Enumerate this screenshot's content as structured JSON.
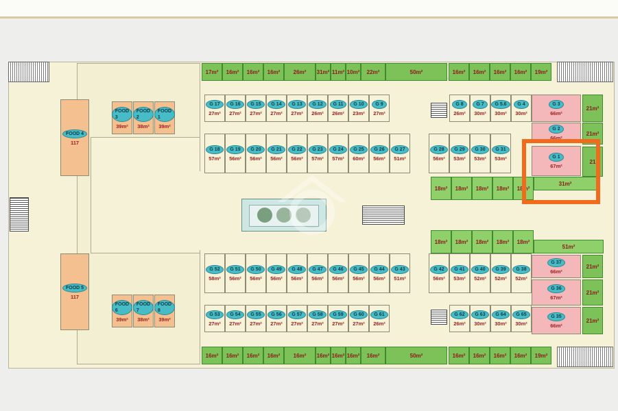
{
  "colors": {
    "shop_tag": "#48bcc6",
    "area_text": "#9b1b1b",
    "kiosk_green": "#7cc258",
    "large_shop": "#f4b8bb",
    "food_large": "#f5c08f",
    "highlight": "#f26a1b"
  },
  "top_kiosks": [
    {
      "id": "tk1",
      "area": "17m²"
    },
    {
      "id": "tk2",
      "area": "16m²"
    },
    {
      "id": "tk3",
      "area": "16m²"
    },
    {
      "id": "tk4",
      "area": "16m²"
    },
    {
      "id": "tk5",
      "area": "26m²"
    },
    {
      "id": "tk6",
      "area": "31m²"
    },
    {
      "id": "tk7",
      "area": "11m²"
    },
    {
      "id": "tk8",
      "area": "10m²"
    },
    {
      "id": "tk9",
      "area": "22m²"
    },
    {
      "id": "tk10",
      "area": "50m²"
    },
    {
      "id": "tk11",
      "area": "16m²"
    },
    {
      "id": "tk12",
      "area": "16m²"
    },
    {
      "id": "tk13",
      "area": "16m²"
    },
    {
      "id": "tk14",
      "area": "16m²"
    },
    {
      "id": "tk15",
      "area": "19m²"
    }
  ],
  "bottom_kiosks": [
    {
      "id": "bk1",
      "area": "16m²"
    },
    {
      "id": "bk2",
      "area": "16m²"
    },
    {
      "id": "bk3",
      "area": "16m²"
    },
    {
      "id": "bk4",
      "area": "16m²"
    },
    {
      "id": "bk5",
      "area": "16m²"
    },
    {
      "id": "bk6",
      "area": "16m²"
    },
    {
      "id": "bk7",
      "area": "16m²"
    },
    {
      "id": "bk8",
      "area": "16m²"
    },
    {
      "id": "bk9",
      "area": "16m²"
    },
    {
      "id": "bk10",
      "area": "50m²"
    },
    {
      "id": "bk11",
      "area": "16m²"
    },
    {
      "id": "bk12",
      "area": "16m²"
    },
    {
      "id": "bk13",
      "area": "16m²"
    },
    {
      "id": "bk14",
      "area": "16m²"
    },
    {
      "id": "bk15",
      "area": "19m²"
    }
  ],
  "food": [
    {
      "id": "FOOD 4",
      "area": "117"
    },
    {
      "id": "FOOD 3",
      "area": "39m²"
    },
    {
      "id": "FOOD 2",
      "area": "38m²"
    },
    {
      "id": "FOOD 1",
      "area": "39m²"
    },
    {
      "id": "FOOD 5",
      "area": "117"
    },
    {
      "id": "FOOD 6",
      "area": "39m²"
    },
    {
      "id": "FOOD 7",
      "area": "38m²"
    },
    {
      "id": "FOOD 8",
      "area": "39m²"
    }
  ],
  "row1_shops": [
    {
      "id": "G 17",
      "area": "27m²"
    },
    {
      "id": "G 16",
      "area": "27m²"
    },
    {
      "id": "G 15",
      "area": "27m²"
    },
    {
      "id": "G 14",
      "area": "27m²"
    },
    {
      "id": "G 13",
      "area": "27m²"
    },
    {
      "id": "G 12",
      "area": "26m²"
    },
    {
      "id": "G 11",
      "area": "26m²"
    },
    {
      "id": "G 10",
      "area": "23m²"
    },
    {
      "id": "G 9",
      "area": "27m²"
    },
    {
      "id": "G 8",
      "area": "26m²"
    },
    {
      "id": "G 7",
      "area": "30m²"
    },
    {
      "id": "G 5.6",
      "area": "30m²"
    },
    {
      "id": "G 4",
      "area": "30m²"
    }
  ],
  "row2_shops": [
    {
      "id": "G 18",
      "area": "57m²"
    },
    {
      "id": "G 19",
      "area": "56m²"
    },
    {
      "id": "G 20",
      "area": "56m²"
    },
    {
      "id": "G 21",
      "area": "56m²"
    },
    {
      "id": "G 22",
      "area": "56m²"
    },
    {
      "id": "G 23",
      "area": "57m²"
    },
    {
      "id": "G 24",
      "area": "57m²"
    },
    {
      "id": "G 25",
      "area": "60m²"
    },
    {
      "id": "G 26",
      "area": "56m²"
    },
    {
      "id": "G 27",
      "area": "51m²"
    },
    {
      "id": "G 28",
      "area": "56m²"
    },
    {
      "id": "G 29",
      "area": "53m²"
    },
    {
      "id": "G 30",
      "area": "53m²"
    },
    {
      "id": "G 31",
      "area": "53m²"
    }
  ],
  "row3_shops": [
    {
      "id": "G 52",
      "area": "58m²"
    },
    {
      "id": "G 51",
      "area": "56m²"
    },
    {
      "id": "G 50",
      "area": "56m²"
    },
    {
      "id": "G 49",
      "area": "56m²"
    },
    {
      "id": "G 48",
      "area": "56m²"
    },
    {
      "id": "G 47",
      "area": "56m²"
    },
    {
      "id": "G 46",
      "area": "56m²"
    },
    {
      "id": "G 45",
      "area": "56m²"
    },
    {
      "id": "G 44",
      "area": "56m²"
    },
    {
      "id": "G 43",
      "area": "51m²"
    },
    {
      "id": "G 42",
      "area": "56m²"
    },
    {
      "id": "G 41",
      "area": "53m²"
    },
    {
      "id": "G 40",
      "area": "52m²"
    },
    {
      "id": "G 39",
      "area": "52m²"
    },
    {
      "id": "G 38",
      "area": "52m²"
    }
  ],
  "row4_shops": [
    {
      "id": "G 53",
      "area": "27m²"
    },
    {
      "id": "G 54",
      "area": "27m²"
    },
    {
      "id": "G 55",
      "area": "27m²"
    },
    {
      "id": "G 56",
      "area": "27m²"
    },
    {
      "id": "G 57",
      "area": "27m²"
    },
    {
      "id": "G 58",
      "area": "27m²"
    },
    {
      "id": "G 59",
      "area": "27m²"
    },
    {
      "id": "G 60",
      "area": "27m²"
    },
    {
      "id": "G 61",
      "area": "26m²"
    },
    {
      "id": "G 62",
      "area": "26m²"
    },
    {
      "id": "G 63",
      "area": "30m²"
    },
    {
      "id": "G 64",
      "area": "30m²"
    },
    {
      "id": "G 65",
      "area": "30m²"
    }
  ],
  "large_shops": [
    {
      "id": "G 3",
      "area": "66m²"
    },
    {
      "id": "G 2",
      "area": "66m²"
    },
    {
      "id": "G 1",
      "area": "67m²"
    },
    {
      "id": "G 37",
      "area": "66m²"
    },
    {
      "id": "G 36",
      "area": "67m²"
    },
    {
      "id": "G 35",
      "area": "66m²"
    }
  ],
  "right_kiosks": [
    "21m²",
    "21m²",
    "21m²",
    "21m²",
    "21m²",
    "21m²"
  ],
  "right_kiosks_upper_extra": "21",
  "upper_band": {
    "cells": [
      "18m²",
      "18m²",
      "18m²",
      "18m²",
      "18m²"
    ],
    "long": "31m²"
  },
  "lower_band": {
    "cells": [
      "18m²",
      "18m²",
      "18m²",
      "18m²",
      "18m²"
    ],
    "long": "51m²"
  }
}
